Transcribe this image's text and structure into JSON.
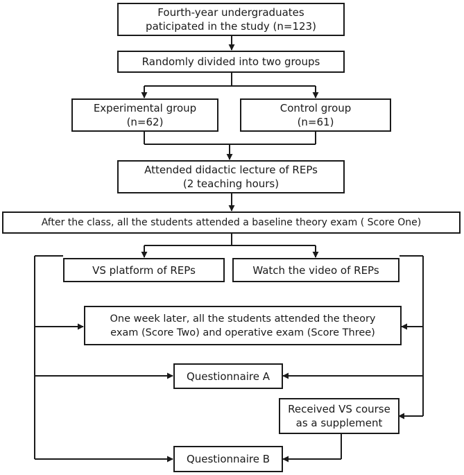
{
  "flowchart": {
    "participants": {
      "line1": "Fourth-year undergraduates",
      "line2": "paticipated in the study (n=123)"
    },
    "randomization": {
      "line1": "Randomly divided into two groups"
    },
    "experimental_group": {
      "line1": "Experimental group",
      "line2": "(n=62)"
    },
    "control_group": {
      "line1": "Control group",
      "line2": "(n=61)"
    },
    "lecture": {
      "line1": "Attended didactic lecture of REPs",
      "line2": "(2 teaching hours)"
    },
    "baseline_exam": {
      "line1": "After the class, all the students attended a baseline theory exam ( Score One)"
    },
    "vs_platform": {
      "line1": "VS platform of REPs"
    },
    "video": {
      "line1": "Watch the video of REPs"
    },
    "followup_exam": {
      "line1": "One week later, all the students attended the theory",
      "line2": "exam (Score Two) and operative exam (Score Three)"
    },
    "questionnaire_a": {
      "line1": "Questionnaire A"
    },
    "supplement": {
      "line1": "Received VS course",
      "line2": "as a supplement"
    },
    "questionnaire_b": {
      "line1": "Questionnaire B"
    }
  },
  "colors": {
    "stroke": "#1a1a1a",
    "background": "#ffffff"
  }
}
